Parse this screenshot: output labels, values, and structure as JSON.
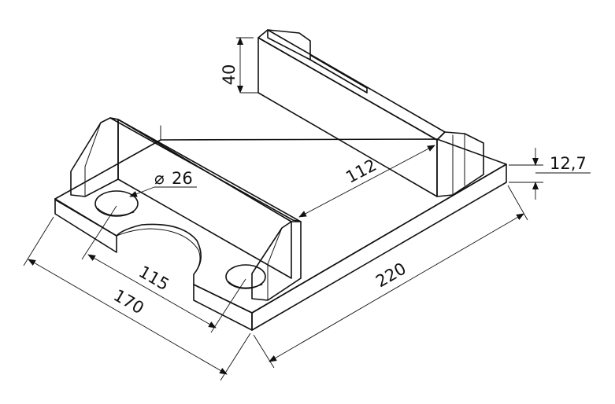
{
  "dimensions": {
    "height_rib": "40",
    "hole_diameter_symbol": "⌀",
    "hole_diameter_value": "26",
    "inner_length": "112",
    "plate_thickness": "12,7",
    "hole_spacing": "115",
    "width": "170",
    "length": "220"
  },
  "colors": {
    "line": "#111111",
    "background": "#ffffff"
  }
}
